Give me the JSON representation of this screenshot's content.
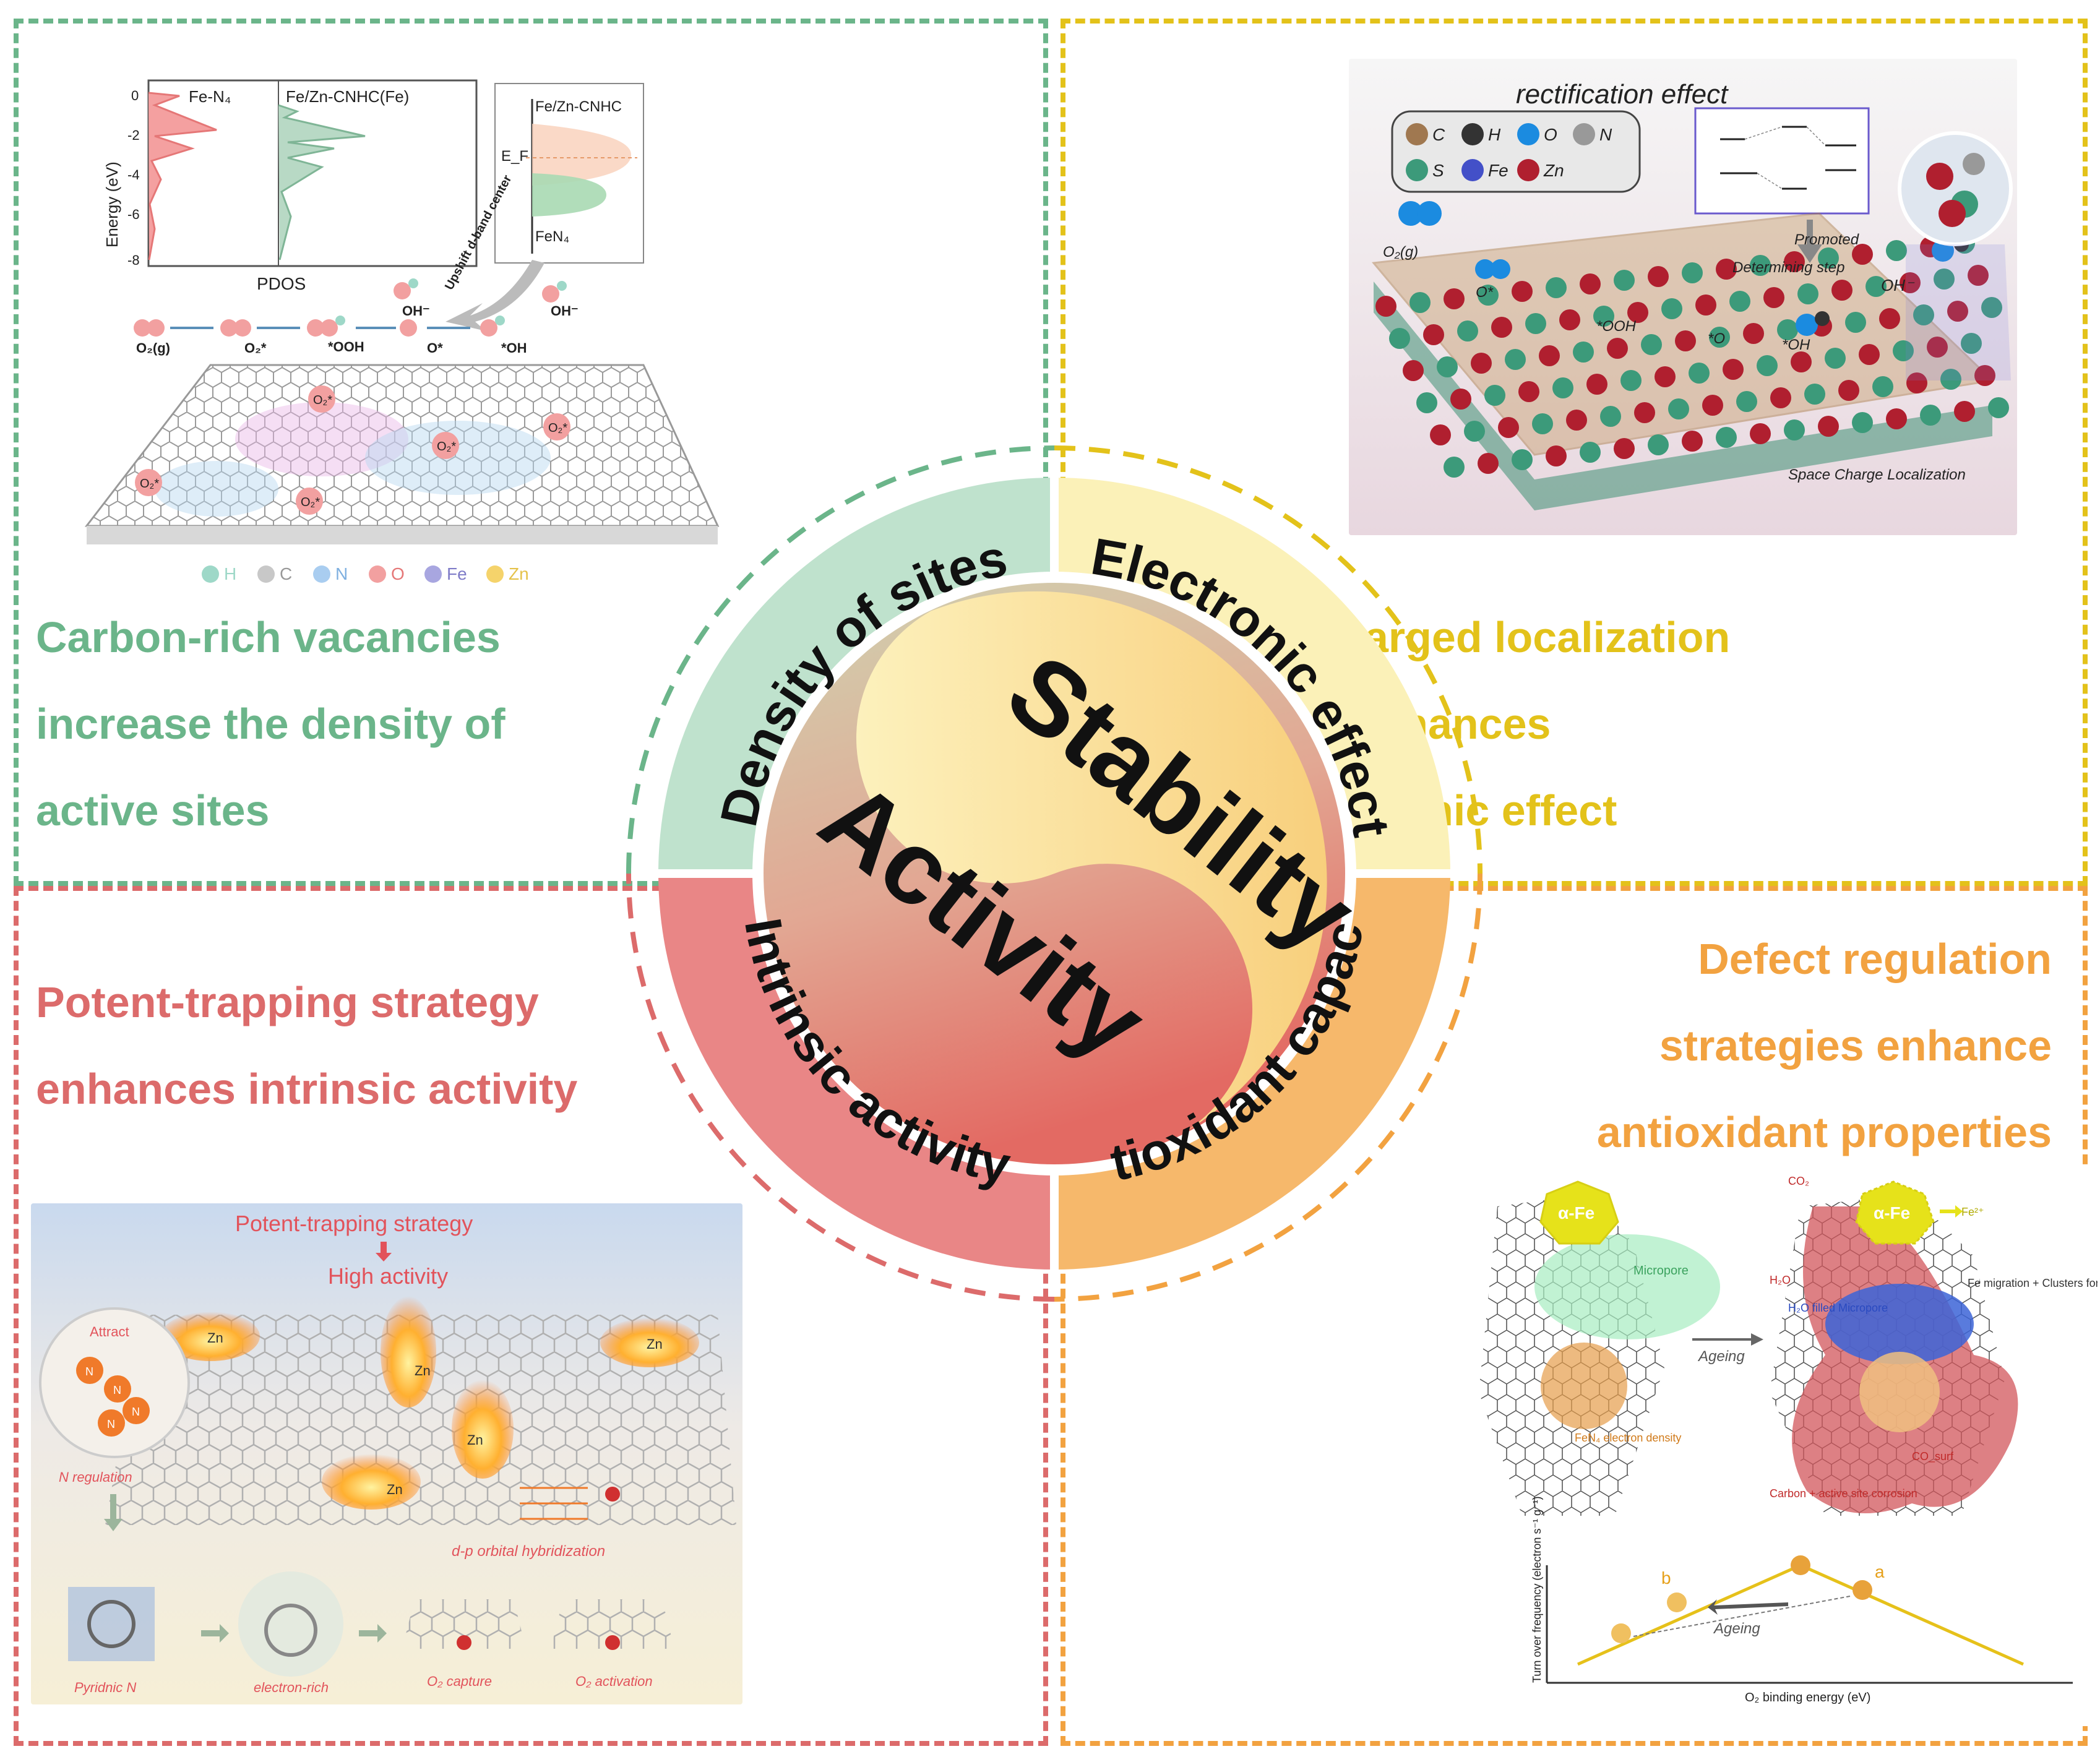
{
  "colors": {
    "green": "#6bb58a",
    "yellow": "#e3c21a",
    "red": "#dc6b6b",
    "orange": "#f2a240",
    "green_fill": "#bfe2cd",
    "yellow_fill": "#fbf1b8",
    "red_fill": "#e98686",
    "orange_fill": "#f6b86b",
    "center_light": "#fde7a8",
    "center_dark": "#e77b6b"
  },
  "center": {
    "top_word": "Stability",
    "bottom_word": "Activity",
    "ring_labels": {
      "top_left": "Density of sites",
      "top_right": "Electronic effect",
      "bottom_right": "Antioxidant capacity",
      "bottom_left": "Intrinsic activity"
    }
  },
  "top_left": {
    "statement": [
      "Carbon-rich vacancies",
      "increase the density of",
      "active sites"
    ],
    "pdos": {
      "ylabel": "Energy (eV)",
      "xlabel": "PDOS",
      "yticks": [
        "0",
        "-2",
        "-4",
        "-6",
        "-8"
      ],
      "col1": "Fe-N₄",
      "col2": "Fe/Zn-CNHC(Fe)"
    },
    "dband": {
      "top": "Fe/Zn-CNHC",
      "ef": "E_F",
      "bottom": "FeN₄",
      "arrow_label": "Upshift d-band center"
    },
    "steps": [
      "O₂(g)",
      "O₂*",
      "*OOH",
      "O*",
      "*OH"
    ],
    "oh_labels": [
      "OH⁻",
      "OH⁻"
    ],
    "surface_labels": [
      "O₂*",
      "O₂*",
      "O₂*",
      "O₂*",
      "O₂*"
    ],
    "legend": [
      "H",
      "C",
      "N",
      "O",
      "Fe",
      "Zn"
    ]
  },
  "top_right": {
    "statement": [
      "Space-charged localization",
      "enhances",
      "electronic effect"
    ],
    "title": "rectification effect",
    "legend": [
      "C",
      "H",
      "O",
      "N",
      "S",
      "Fe",
      "Zn"
    ],
    "labels": {
      "o2": "O₂(g)",
      "o_star": "O*",
      "ooh": "*OOH",
      "o": "*O",
      "oh_star": "*OH",
      "oh": "OH⁻",
      "rds": "Determining step",
      "promoted": "Promoted",
      "localization": "Space Charge Localization"
    }
  },
  "bottom_left": {
    "statement": [
      "Potent-trapping strategy",
      "enhances intrinsic activity"
    ],
    "title1": "Potent-trapping strategy",
    "title2": "High activity",
    "zn": "Zn",
    "attract": "Attract",
    "n": "N",
    "n_regulation": "N regulation",
    "hybrid": "d-p orbital hybridization",
    "bottom_labels": [
      "Pyridnic N",
      "electron-rich",
      "O₂ capture",
      "O₂ activation"
    ]
  },
  "bottom_right": {
    "statement": [
      "Defect regulation",
      "strategies enhance",
      "antioxidant properties"
    ],
    "alpha_fe": "α-Fe",
    "micropore": "Micropore",
    "fen4": "FeN₄ electron density",
    "ageing": "Ageing",
    "co2": "CO₂",
    "h2o": "H₂O",
    "fe2": "Fe²⁺",
    "h2o_filled": "H₂O filled Micropore",
    "fe_migration": "Fe migration + Clusters formation",
    "co_surf": "CO_surf",
    "corrosion": "Carbon + active site corrosion",
    "plot": {
      "ylabel": "Turn over frequency (electron s⁻¹ g⁻¹)",
      "xlabel": "O₂ binding energy (eV)",
      "a": "a",
      "b": "b",
      "ageing": "Ageing"
    }
  }
}
